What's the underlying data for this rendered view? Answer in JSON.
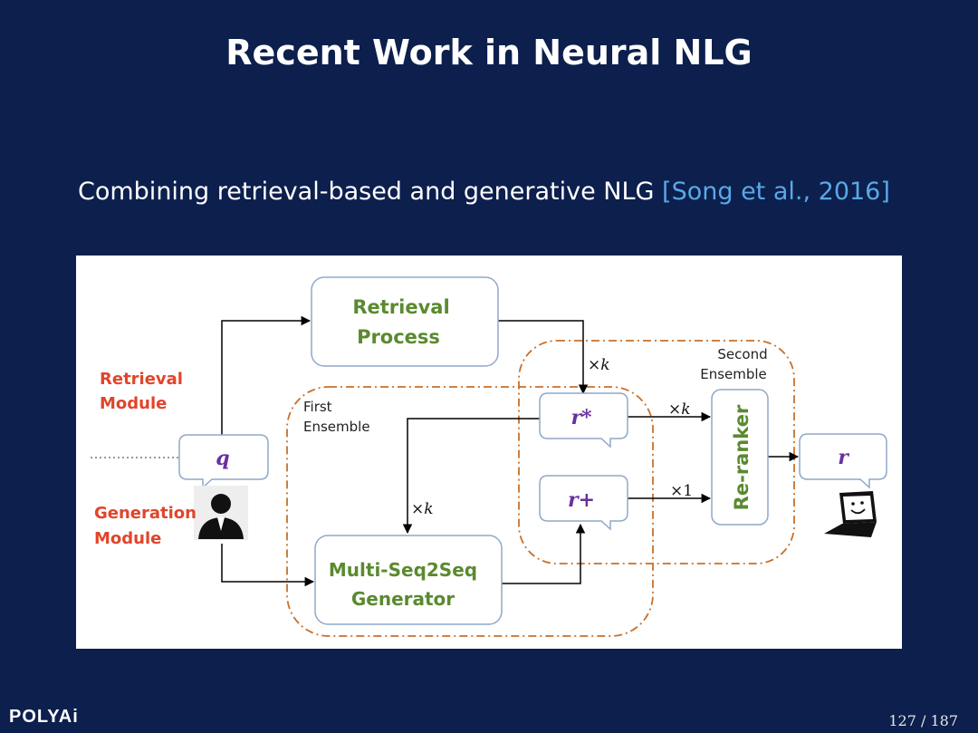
{
  "slide": {
    "title": "Recent Work in Neural NLG",
    "subtitle": "Combining retrieval-based and generative NLG",
    "citation": "[Song et al., 2016]",
    "logo": "POLYAi",
    "page": "127 / 187"
  },
  "diagram": {
    "retrieval_process": [
      "Retrieval",
      "Process"
    ],
    "generator": [
      "Multi-Seq2Seq",
      "Generator"
    ],
    "reranker": "Re-ranker",
    "retrieval_module": [
      "Retrieval",
      "Module"
    ],
    "generation_module": [
      "Generation",
      "Module"
    ],
    "first_ensemble": [
      "First",
      "Ensemble"
    ],
    "second_ensemble": [
      "Second",
      "Ensemble"
    ],
    "query": "q",
    "r_star": "r*",
    "r_plus": "r+",
    "output": "r",
    "times_k": "×k",
    "times_1": "×1",
    "colors": {
      "box_text": "#5a8a30",
      "module_text": "#e0452b",
      "symbol": "#6a2fa0",
      "ensemble": "#c8702a",
      "box_stroke": "#8fa8c8"
    }
  }
}
